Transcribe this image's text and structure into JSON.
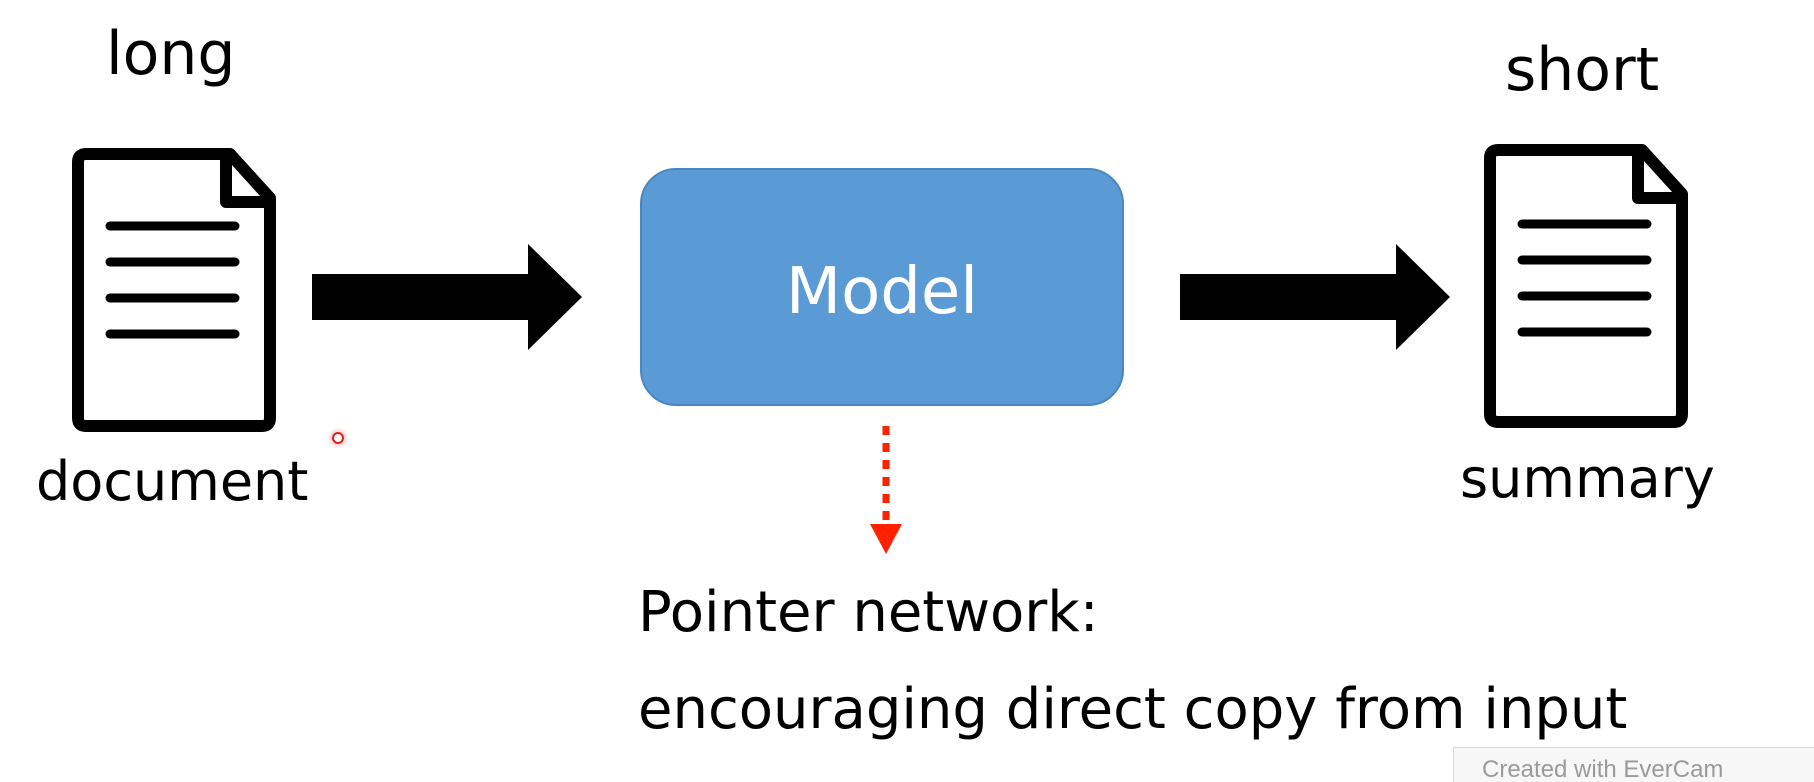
{
  "diagram": {
    "input": {
      "size_label": "long",
      "name": "document",
      "icon": "document-icon"
    },
    "model": {
      "label": "Model",
      "color": "#5b9bd5"
    },
    "output": {
      "size_label": "short",
      "name": "summary",
      "icon": "document-icon"
    },
    "pointer": {
      "title": "Pointer network:",
      "description": "encouraging direct copy from input",
      "arrow_color": "#ff2200"
    }
  },
  "watermark": {
    "text": "Created with EverCam"
  }
}
